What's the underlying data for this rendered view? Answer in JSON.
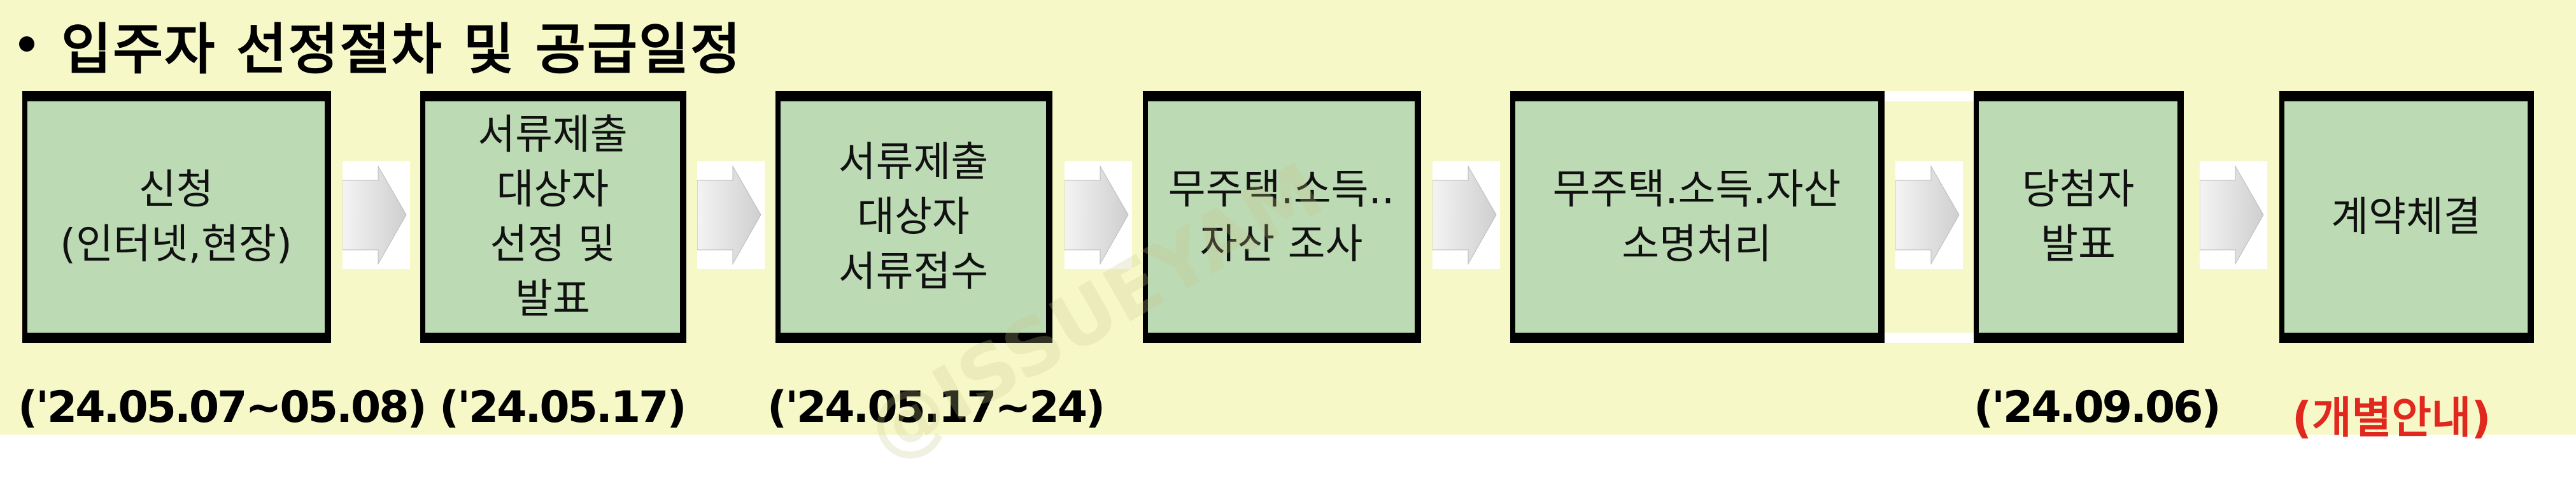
{
  "section": {
    "title": "입주자 선정절차 및 공급일정"
  },
  "steps": [
    {
      "label": "신청\n(인터넷,현장)",
      "date": "('24.05.07~05.08)"
    },
    {
      "label": "서류제출\n대상자\n선정 및\n발표",
      "date": "('24.05.17)"
    },
    {
      "label": "서류제출\n대상자\n서류접수",
      "date": "('24.05.17~24)"
    },
    {
      "label": "무주택.소득..\n자산 조사",
      "date": ""
    },
    {
      "label": "무주택.소득.자산\n소명처리",
      "date": ""
    },
    {
      "label": "당첨자\n발표",
      "date": "('24.09.06)"
    },
    {
      "label": "계약체결",
      "date": "(개별안내)"
    }
  ],
  "watermark": "@ISSUEYAM",
  "colors": {
    "background": "#f7f8c8",
    "box_fill": "#bcdab3",
    "box_border": "#000000",
    "highlight_text": "#e0281e"
  }
}
